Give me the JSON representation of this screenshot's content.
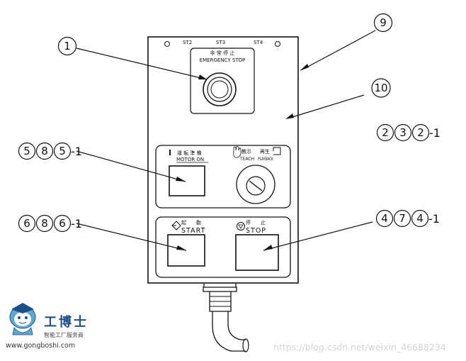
{
  "panel": {
    "terminals": [
      "ST2",
      "ST3",
      "ST4"
    ],
    "emergency_stop_cn": "非 常 停 止",
    "emergency_stop_en": "EMERGENCY STOP",
    "motor_on_cn": "運 転 準 備",
    "motor_on_en": "MOTOR ON",
    "teach_cn": "教示",
    "teach_en": "TEACH",
    "playback_cn": "再生",
    "playback_en": "PLAYBACK",
    "start_cn": "起　　動",
    "start_en": "START",
    "stop_cn": "停　　止",
    "stop_en": "STOP"
  },
  "callouts": [
    {
      "id": "c1",
      "digits": [
        "1"
      ],
      "suffix": ""
    },
    {
      "id": "c9",
      "digits": [
        "9"
      ],
      "suffix": ""
    },
    {
      "id": "c10",
      "digits": [
        "10"
      ],
      "suffix": ""
    },
    {
      "id": "c232",
      "digits": [
        "2",
        "3",
        "2"
      ],
      "suffix": "-1"
    },
    {
      "id": "c585",
      "digits": [
        "5",
        "8",
        "5"
      ],
      "suffix": "-1"
    },
    {
      "id": "c686",
      "digits": [
        "6",
        "8",
        "6"
      ],
      "suffix": "-1"
    },
    {
      "id": "c474",
      "digits": [
        "4",
        "7",
        "4"
      ],
      "suffix": "-1"
    }
  ],
  "logo": {
    "name_cn": "工博士",
    "tagline_cn": "智能工厂服务商",
    "url": "www.gongboshi.com"
  },
  "watermark": "https://blog.csdn.net/weixin_46688234",
  "colors": {
    "line": "#111111",
    "logo_blue": "#1b4f8a",
    "logo_light_blue": "#5aa9d6",
    "watermark": "#d3d3d3"
  }
}
